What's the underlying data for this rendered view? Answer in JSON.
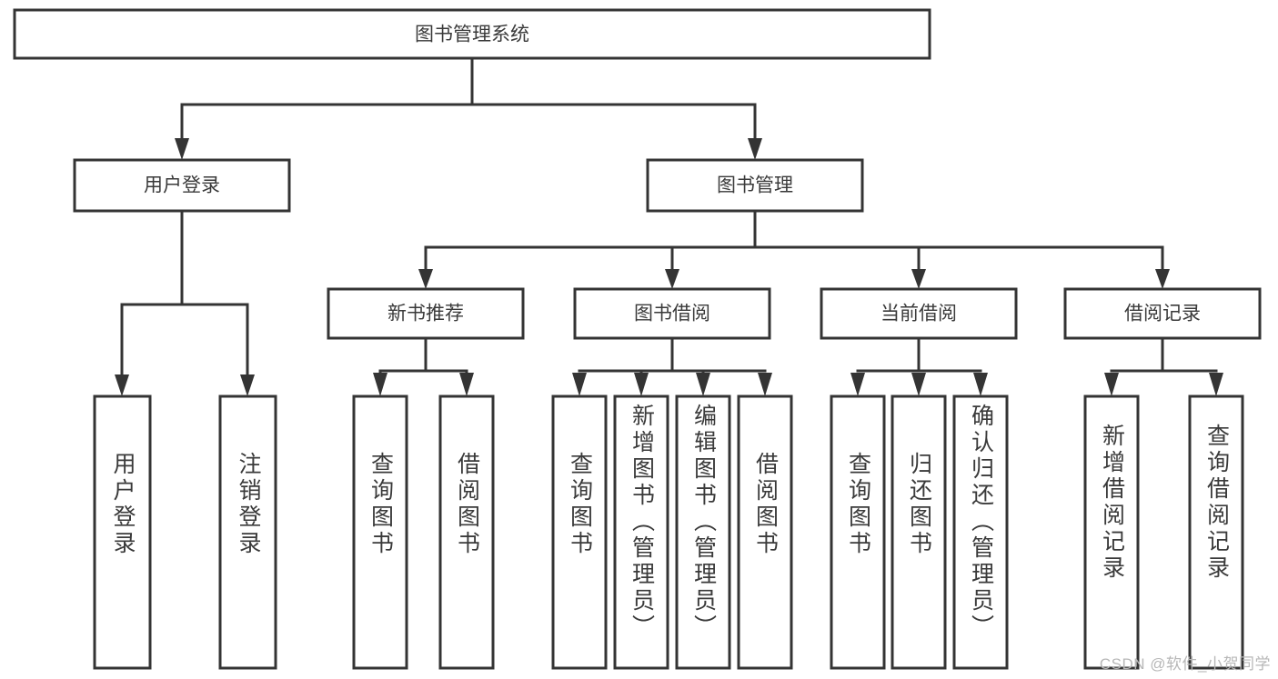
{
  "diagram": {
    "type": "tree",
    "title": "图书管理系统",
    "watermark": "CSDN @软件_小贺同学",
    "colors": {
      "stroke": "#343434",
      "fill": "#ffffff",
      "text": "#3a3a3a",
      "watermark": "#b7b7b7",
      "background": "#ffffff"
    },
    "levels": {
      "root": {
        "label": "图书管理系统"
      },
      "level1": [
        {
          "label": "用户登录"
        },
        {
          "label": "图书管理"
        }
      ],
      "level2": [
        {
          "label": "新书推荐"
        },
        {
          "label": "图书借阅"
        },
        {
          "label": "当前借阅"
        },
        {
          "label": "借阅记录"
        }
      ]
    },
    "nodes": {
      "root": "图书管理系统",
      "user_login": "用户登录",
      "book_manage": "图书管理",
      "new_book_rec": "新书推荐",
      "book_borrow": "图书借阅",
      "current_borrow": "当前借阅",
      "borrow_record": "借阅记录"
    },
    "leaves": {
      "user_login": [
        "用户登录",
        "注销登录"
      ],
      "new_book_rec": [
        "查询图书",
        "借阅图书"
      ],
      "book_borrow": [
        "查询图书",
        "新增图书（管理员）",
        "编辑图书（管理员）",
        "借阅图书"
      ],
      "current_borrow": [
        "查询图书",
        "归还图书",
        "确认归还（管理员）"
      ],
      "borrow_record": [
        "新增借阅记录",
        "查询借阅记录"
      ]
    },
    "edges": [
      {
        "from": "图书管理系统",
        "to": "用户登录"
      },
      {
        "from": "图书管理系统",
        "to": "图书管理"
      },
      {
        "from": "用户登录",
        "to": "用户登录"
      },
      {
        "from": "用户登录",
        "to": "注销登录"
      },
      {
        "from": "图书管理",
        "to": "新书推荐"
      },
      {
        "from": "图书管理",
        "to": "图书借阅"
      },
      {
        "from": "图书管理",
        "to": "当前借阅"
      },
      {
        "from": "图书管理",
        "to": "借阅记录"
      },
      {
        "from": "新书推荐",
        "to": "查询图书"
      },
      {
        "from": "新书推荐",
        "to": "借阅图书"
      },
      {
        "from": "图书借阅",
        "to": "查询图书"
      },
      {
        "from": "图书借阅",
        "to": "新增图书（管理员）"
      },
      {
        "from": "图书借阅",
        "to": "编辑图书（管理员）"
      },
      {
        "from": "图书借阅",
        "to": "借阅图书"
      },
      {
        "from": "当前借阅",
        "to": "查询图书"
      },
      {
        "from": "当前借阅",
        "to": "归还图书"
      },
      {
        "from": "当前借阅",
        "to": "确认归还（管理员）"
      },
      {
        "from": "借阅记录",
        "to": "新增借阅记录"
      },
      {
        "from": "借阅记录",
        "to": "查询借阅记录"
      }
    ]
  }
}
